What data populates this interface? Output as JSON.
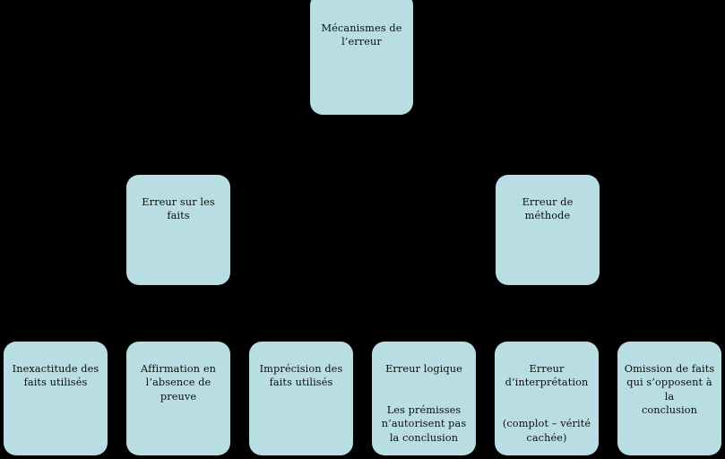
{
  "diagram": {
    "title_node": {
      "label": "Mécanismes de\nl’erreur"
    },
    "branches": [
      {
        "label": "Erreur sur les\nfaits"
      },
      {
        "label": "Erreur de\nméthode"
      }
    ],
    "leaves": [
      {
        "label": "Inexactitude des\nfaits utilisés",
        "sublabel": ""
      },
      {
        "label": "Affirmation en\nl’absence de\npreuve",
        "sublabel": ""
      },
      {
        "label": "Imprécision des\nfaits utilisés",
        "sublabel": ""
      },
      {
        "label": "Erreur logique",
        "sublabel": "Les prémisses\nn’autorisent pas\nla conclusion"
      },
      {
        "label": "Erreur\nd’interprétation",
        "sublabel": "(complot – vérité\ncachée)"
      },
      {
        "label": "Omission de faits\nqui s’opposent à la\nconclusion",
        "sublabel": ""
      }
    ],
    "colors": {
      "background": "#000000",
      "node_fill": "#b8dee3",
      "node_text": "#0d0d0d"
    }
  }
}
